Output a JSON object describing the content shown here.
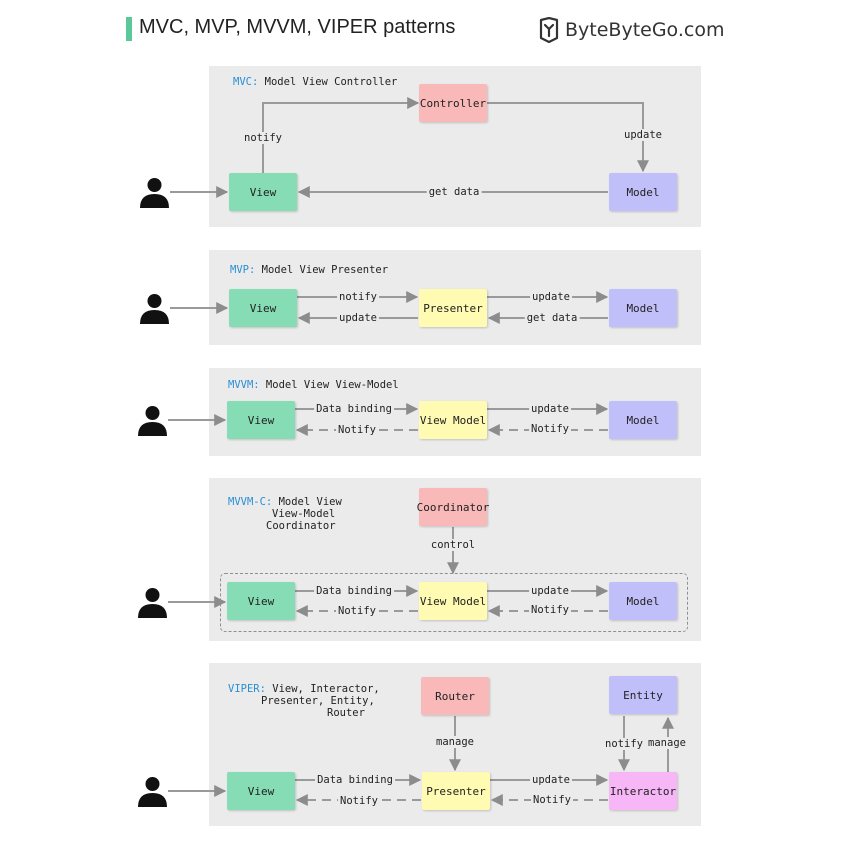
{
  "header": {
    "title": "MVC, MVP, MVVM, VIPER patterns",
    "brand": "ByteByteGo.com"
  },
  "mvc": {
    "keyword": "MVC:",
    "desc": " Model View Controller",
    "view": "View",
    "controller": "Controller",
    "model": "Model",
    "notify": "notify",
    "update": "update",
    "get_data": "get data"
  },
  "mvp": {
    "keyword": "MVP:",
    "desc": " Model View Presenter",
    "view": "View",
    "presenter": "Presenter",
    "model": "Model",
    "notify": "notify",
    "update_back": "update",
    "update": "update",
    "get_data": "get data"
  },
  "mvvm": {
    "keyword": "MVVM:",
    "desc": " Model View View-Model",
    "view": "View",
    "view_model": "View Model",
    "model": "Model",
    "data_binding": "Data binding",
    "notify_left": "Notify",
    "update": "update",
    "notify_right": "Notify"
  },
  "mvvmc": {
    "keyword": "MVVM-C:",
    "desc_line1": " Model View",
    "desc_line2": "View-Model",
    "desc_line3": "Coordinator",
    "coordinator": "Coordinator",
    "control": "control",
    "view": "View",
    "view_model": "View Model",
    "model": "Model",
    "data_binding": "Data binding",
    "notify_left": "Notify",
    "update": "update",
    "notify_right": "Notify"
  },
  "viper": {
    "keyword": "VIPER:",
    "desc_line1": " View, Interactor,",
    "desc_line2": "Presenter, Entity,",
    "desc_line3": "Router",
    "router": "Router",
    "entity": "Entity",
    "manage_router": "manage",
    "notify_entity": "notify",
    "manage_entity": "manage",
    "view": "View",
    "presenter": "Presenter",
    "interactor": "Interactor",
    "data_binding": "Data binding",
    "notify_left": "Notify",
    "update": "update",
    "notify_right": "Notify"
  },
  "colors": {
    "view": "#86dcb4",
    "model": "#c1bff9",
    "controller": "#f9b9b9",
    "presenter": "#fffbb2",
    "interactor": "#f7b6f5",
    "accent": "#5cc79a",
    "keyword": "#2a8fd6"
  },
  "icons": [
    "user-icon",
    "bytebytego-logo-icon"
  ]
}
